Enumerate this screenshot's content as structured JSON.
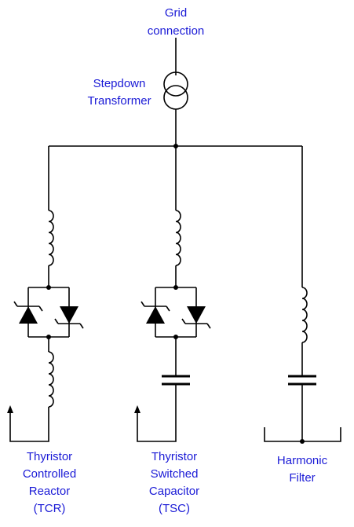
{
  "labels": {
    "grid": [
      "Grid",
      "connection"
    ],
    "transformer": [
      "Stepdown",
      "Transformer"
    ],
    "tcr": [
      "Thyristor",
      "Controlled",
      "Reactor",
      "(TCR)"
    ],
    "tsc": [
      "Thyristor",
      "Switched",
      "Capacitor",
      "(TSC)"
    ],
    "filter": [
      "Harmonic",
      "Filter"
    ]
  },
  "colors": {
    "label": "#1a1ad6",
    "line": "#000000"
  }
}
